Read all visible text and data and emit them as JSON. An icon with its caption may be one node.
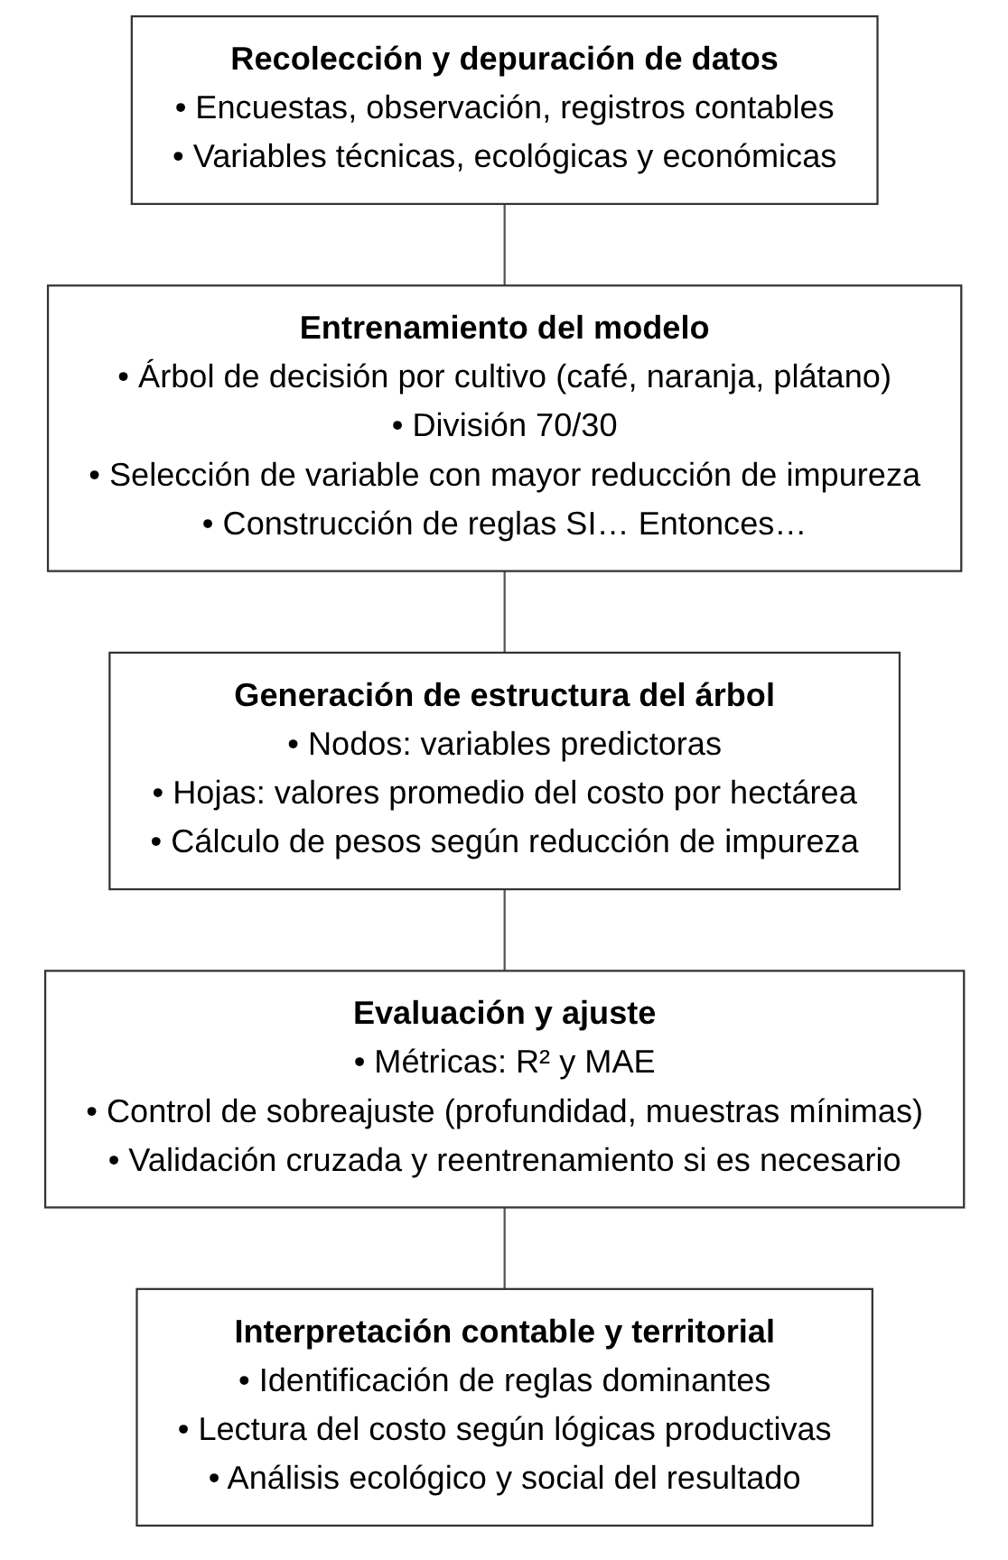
{
  "diagram": {
    "nodes": [
      {
        "text": [
          "Recolección y depuración de datos",
          "• Encuestas, observación, registros contables",
          "• Variables técnicas, ecológicas y económicas"
        ]
      },
      {
        "text": [
          "Entrenamiento del modelo",
          "• Árbol de decisión por cultivo (café, naranja, plátano)",
          "• División 70/30",
          "• Selección de variable con mayor reducción de impureza",
          "• Construcción de reglas SI… Entonces…"
        ]
      },
      {
        "text": [
          "Generación de estructura del árbol",
          "• Nodos: variables predictoras",
          "• Hojas: valores promedio del costo por hectárea",
          "• Cálculo de pesos según reducción de impureza"
        ]
      },
      {
        "text": [
          "Evaluación y ajuste",
          "• Métricas: R² y MAE",
          "• Control de sobreajuste (profundidad, muestras mínimas)",
          "• Validación cruzada y reentrenamiento si es necesario"
        ]
      },
      {
        "text": [
          "Interpretación contable y territorial",
          "• Identificación de reglas dominantes",
          "• Lectura del costo según lógicas productivas",
          "• Análisis ecológico y social del resultado"
        ]
      }
    ],
    "edges": [
      {
        "from": 0,
        "to": 1,
        "arrow": "none"
      },
      {
        "from": 1,
        "to": 2,
        "arrow": "none"
      },
      {
        "from": 2,
        "to": 3,
        "arrow": "none"
      },
      {
        "from": 3,
        "to": 4,
        "arrow": "none"
      }
    ]
  }
}
